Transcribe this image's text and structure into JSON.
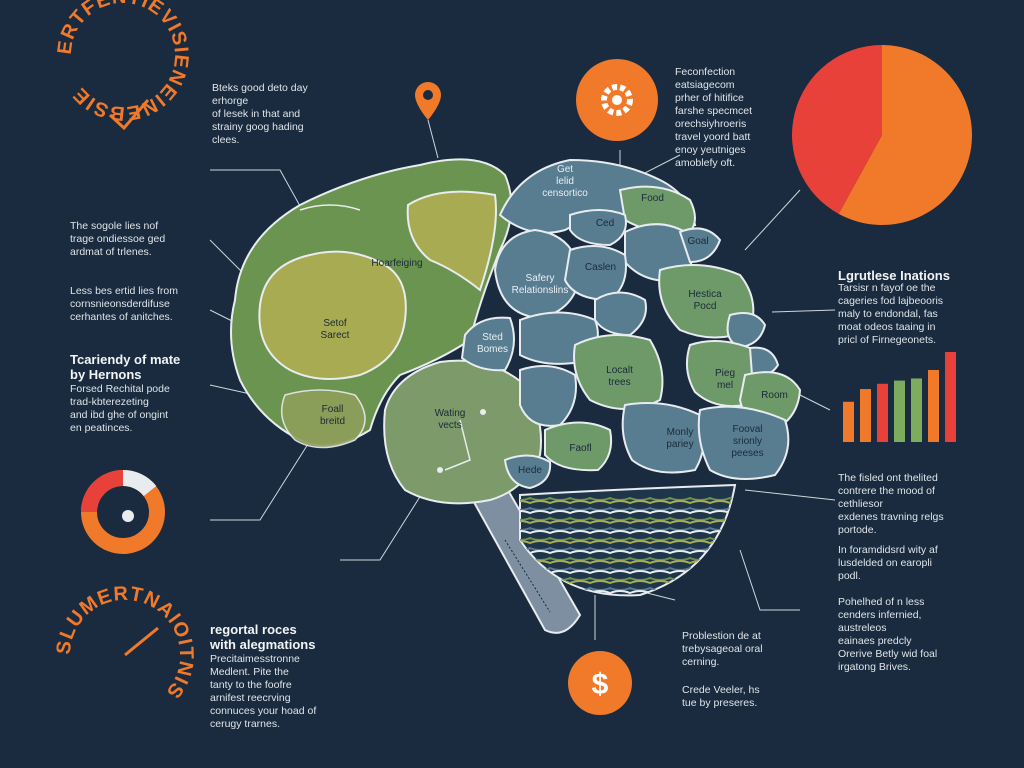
{
  "rings": {
    "top": "ERTFENTIEVISIENEINEBSIE",
    "bottom": "SLUMERTNAIOITNIS"
  },
  "texts": {
    "t1": "Bteks good deto day\nerhorge\nof lesek in that and\nstrainy goog hading\nclees.",
    "t2": "The sogole lies nof\ntrage ondiessoe ged\nardmat of trlenes.",
    "t3": "Less bes ertid lies from\ncornsnieonsderdifuse\ncerhantes of anitches.",
    "t4_head": "Tcariendy of mate\nby Hernons",
    "t4": "Forsed Rechital pode\ntrad-kbterezeting\nand ibd ghe of ongint\nen peatinces.",
    "t5_head": "regortal roces\nwith alegmations",
    "t5": "Precitaimesstronne\nMedlent. Pite the\ntanty to the foofre\narnifest reecrving\nconnuces your hoad of\ncerugy trarnes.",
    "t6": "Feconfection\neatsiagecom\nprher of hitifice\nfarshe specmcet\norechsiyhroeris\ntravel yoord batt\nenoy yeutniges\namoblefy oft.",
    "t7_head": "Lgrutlese Inations",
    "t7": "Tarsisr n fayof oe the\ncageries fod lajbeooris\nmaly to endondal, fas\nmoat odeos taaing in\npricl of Firnegeonets.",
    "t8": "The fisled ont thelited\ncontrere the mood of\ncethliesor\nexdenes travning relgs\nportode.",
    "t9": "In foramdidsrd wity af\nlusdelded on earopli\npodl.",
    "t10": "Pohelhed of n less\ncenders infernied,\naustreleos\neainaes predcly\nOrerive Betly wid foal\nirgatong Brives.",
    "t11": "Problestion de at\ntrebysageoal oral\ncerning.",
    "t12": "Crede Veeler, hs\ntue by preseres."
  },
  "regions": {
    "r_heart": "Hoarfeiging",
    "r_setof": "Setof\nSarect",
    "r_fooll": "Foall\nbreitd",
    "r_wating": "Wating\nvects",
    "r_get": "Get\nlelid\ncensortico",
    "r_food": "Food",
    "r_ced": "Ced",
    "r_goal": "Goal",
    "r_safety": "Safery\nRelationslins",
    "r_caslen": "Caslen",
    "r_hestica": "Hestica\nPocd",
    "r_sted": "Sted\nBomes",
    "r_localt": "Localt\ntrees",
    "r_pieg": "Pieg\nmel",
    "r_room": "Room",
    "r_monly": "Monly\npariey",
    "r_fooval": "Fooval\nsrionly\npeeses",
    "r_faofl": "Faofl",
    "r_hede": "Hede"
  },
  "icons": {
    "pin": "location-pin-icon",
    "gear": "gear-icon",
    "dollar": "dollar-icon",
    "dollar_glyph": "$",
    "check": "checkmark-icon"
  },
  "colors": {
    "background": "#1a2b3f",
    "accent_orange": "#f07a2a",
    "accent_red": "#e8413a",
    "green_dark": "#6b9450",
    "green_olive": "#a8ab52",
    "blue_slate": "#587d91",
    "green_sage": "#7d9a6a"
  },
  "chart_data": [
    {
      "type": "pie",
      "values": [
        58,
        42
      ],
      "colors": [
        "#f07a2a",
        "#e8413a"
      ]
    },
    {
      "type": "bar",
      "values": [
        38,
        50,
        55,
        58,
        60,
        68,
        85
      ],
      "colors": [
        "#f07a2a",
        "#f07a2a",
        "#e8413a",
        "#7dac5f",
        "#7dac5f",
        "#f07a2a",
        "#e8413a"
      ]
    }
  ]
}
